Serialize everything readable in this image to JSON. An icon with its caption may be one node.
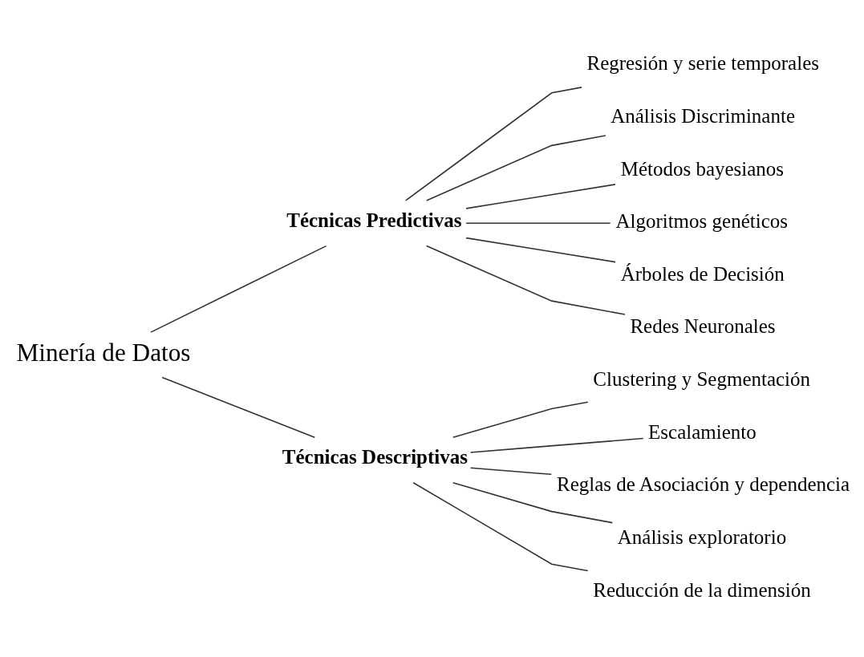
{
  "diagram": {
    "nodes": [
      {
        "text": [
          "Minería de Datos"
        ]
      },
      {
        "text": [
          "Técnicas Predictivas"
        ]
      },
      {
        "text": [
          "Regresión y serie temporales"
        ]
      },
      {
        "text": [
          "Análisis Discriminante"
        ]
      },
      {
        "text": [
          "Métodos bayesianos"
        ]
      },
      {
        "text": [
          "Algoritmos genéticos"
        ]
      },
      {
        "text": [
          "Árboles de Decisión"
        ]
      },
      {
        "text": [
          "Redes Neuronales"
        ]
      },
      {
        "text": [
          "Técnicas Descriptivas"
        ]
      },
      {
        "text": [
          "Clustering y Segmentación"
        ]
      },
      {
        "text": [
          "Escalamiento"
        ]
      },
      {
        "text": [
          "Reglas de Asociación y dependencia"
        ]
      },
      {
        "text": [
          "Análisis exploratorio"
        ]
      },
      {
        "text": [
          "Reducción de la dimensión"
        ]
      }
    ],
    "edges": [
      {
        "from": 0,
        "to": 1,
        "arrow": "none"
      },
      {
        "from": 0,
        "to": 8,
        "arrow": "none"
      },
      {
        "from": 1,
        "to": 2,
        "arrow": "none"
      },
      {
        "from": 1,
        "to": 3,
        "arrow": "none"
      },
      {
        "from": 1,
        "to": 4,
        "arrow": "none"
      },
      {
        "from": 1,
        "to": 5,
        "arrow": "none"
      },
      {
        "from": 1,
        "to": 6,
        "arrow": "none"
      },
      {
        "from": 1,
        "to": 7,
        "arrow": "none"
      },
      {
        "from": 8,
        "to": 9,
        "arrow": "none"
      },
      {
        "from": 8,
        "to": 10,
        "arrow": "none"
      },
      {
        "from": 8,
        "to": 11,
        "arrow": "none"
      },
      {
        "from": 8,
        "to": 12,
        "arrow": "none"
      },
      {
        "from": 8,
        "to": 13,
        "arrow": "none"
      }
    ]
  }
}
